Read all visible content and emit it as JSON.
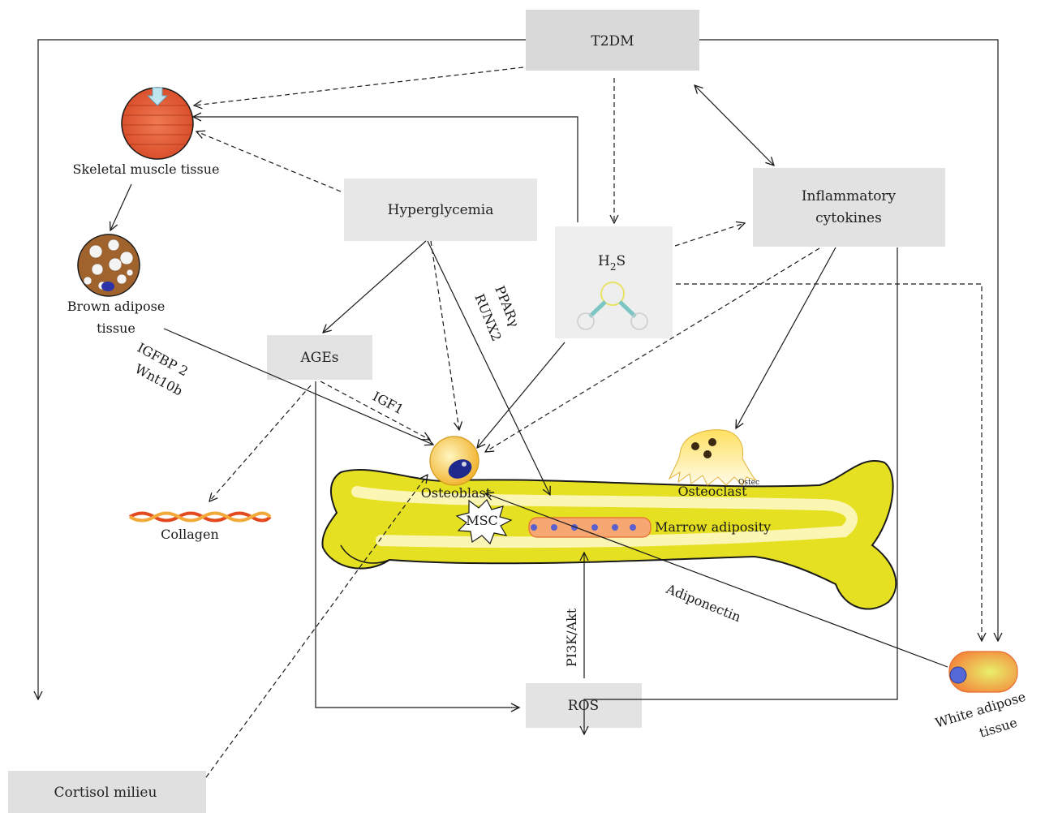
{
  "boxes": {
    "t2dm": "T2DM",
    "hyperglycemia": "Hyperglycemia",
    "inflammatory_line1": "Inflammatory",
    "inflammatory_line2": "cytokines",
    "h2s_main": "H",
    "h2s_sub": "2",
    "h2s_end": "S",
    "ages": "AGEs",
    "ros": "ROS",
    "cortisol": "Cortisol milieu"
  },
  "labels": {
    "skeletal_muscle": "Skeletal muscle tissue",
    "brown_adipose_line1": "Brown adipose",
    "brown_adipose_line2": "tissue",
    "osteoblast": "Osteoblast",
    "osteoclast": "Osteoclast",
    "osteoclast_small": "Ostec",
    "msc": "MSC",
    "marrow_adiposity": "Marrow adiposity",
    "collagen": "Collagen",
    "white_adipose_line1": "White adipose",
    "white_adipose_line2": "tissue",
    "ppar": "PPARγ",
    "runx2": "RUNX2",
    "igfbp2": "IGFBP 2",
    "wnt10b": "Wnt10b",
    "igf1": "IGF1",
    "pi3k": "PI3K/Akt",
    "adiponectin": "Adiponectin"
  }
}
